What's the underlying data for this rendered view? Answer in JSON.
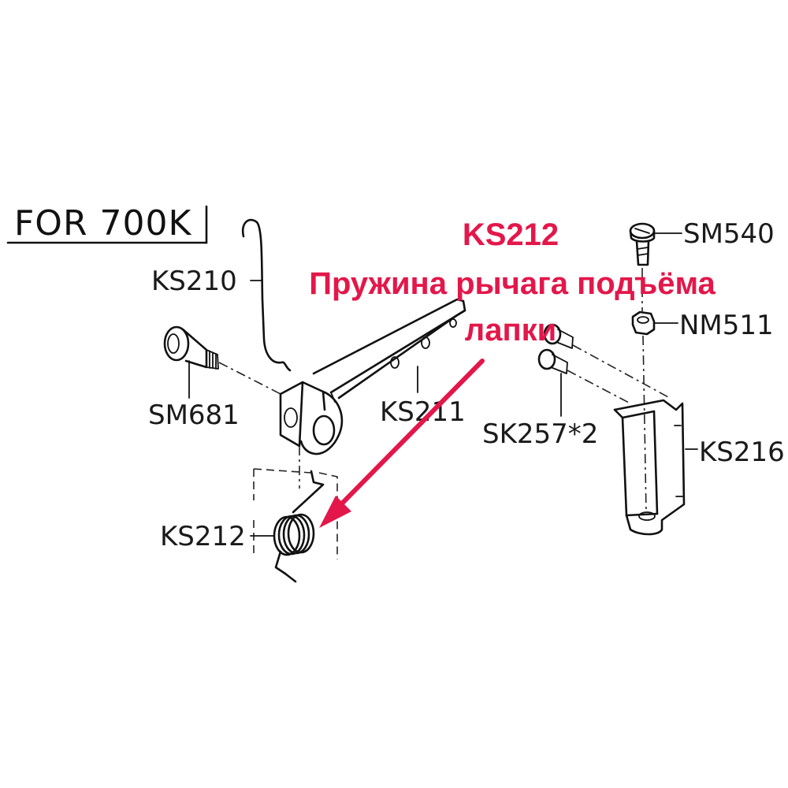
{
  "model_label": "FOR 700K",
  "annotation": {
    "part_number": "KS212",
    "description_line1": "Пружина рычага подъёма",
    "description_line2": "лапки",
    "color": "#e3174a"
  },
  "parts": {
    "ks210": "KS210",
    "sm681": "SM681",
    "ks211": "KS211",
    "ks212": "KS212",
    "sm540": "SM540",
    "nm511": "NM511",
    "sk257": "SK257*2",
    "ks216": "KS216"
  }
}
